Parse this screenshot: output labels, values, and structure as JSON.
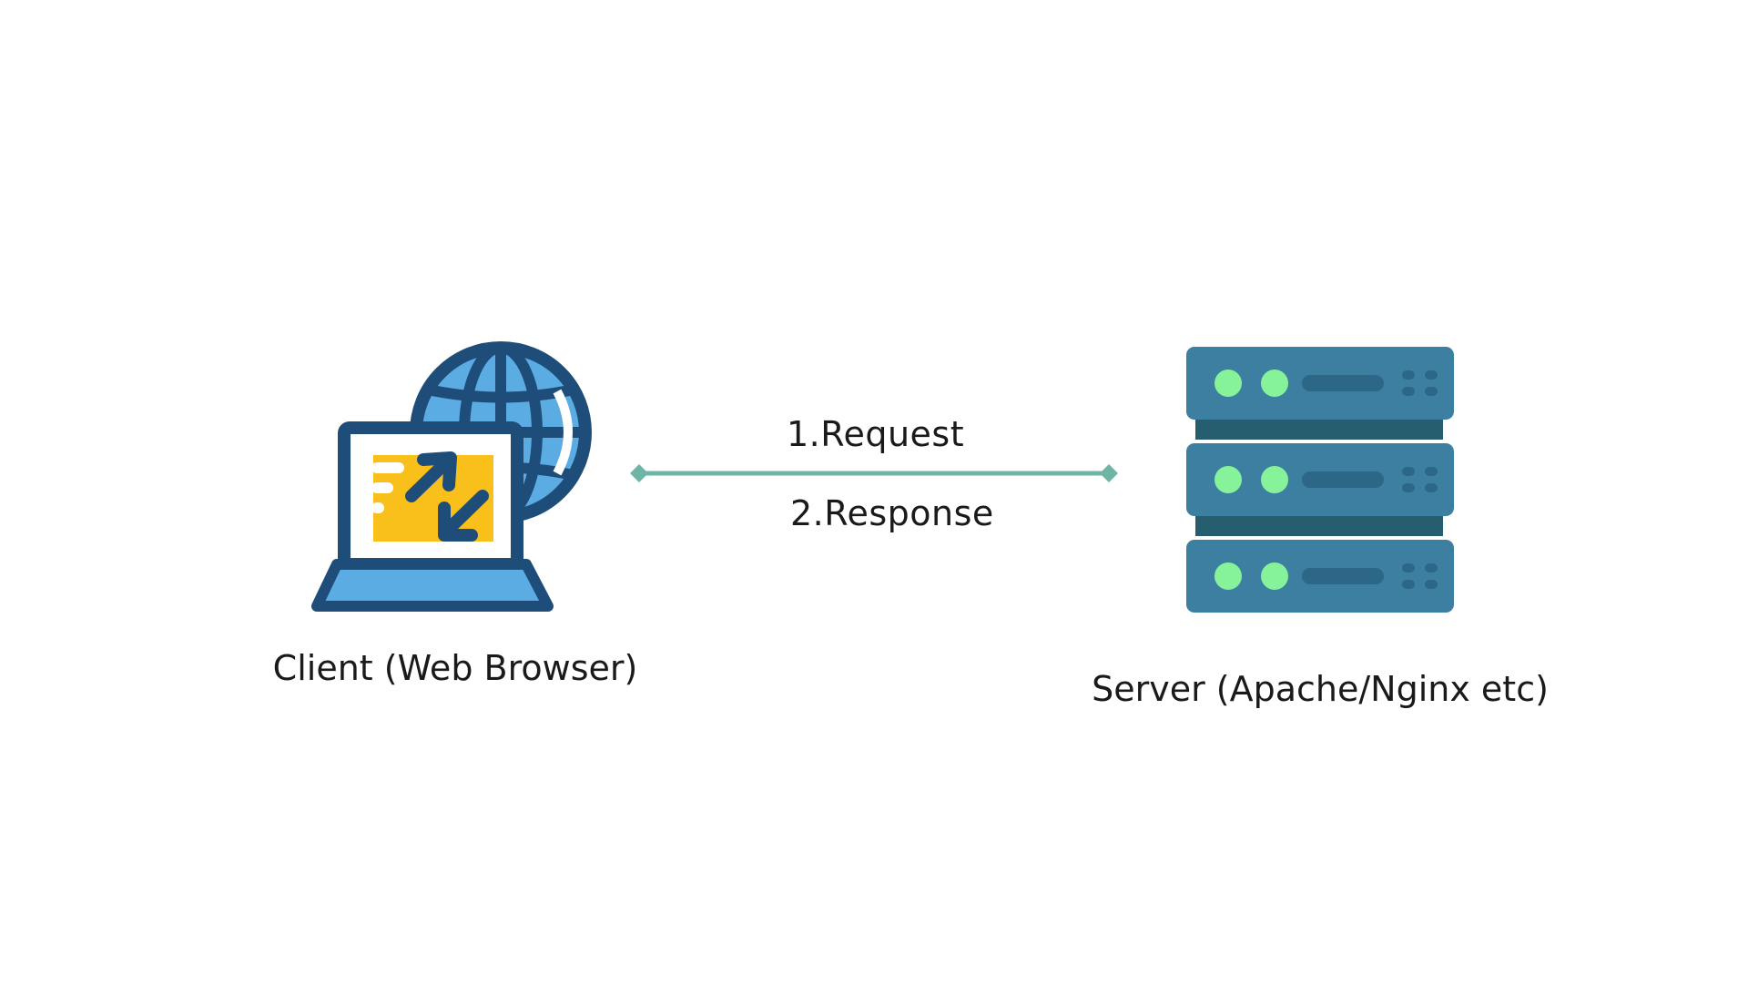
{
  "diagram": {
    "client": {
      "label": "Client (Web Browser)",
      "icon": "laptop-globe-icon"
    },
    "server": {
      "label": "Server (Apache/Nginx etc)",
      "icon": "server-rack-icon"
    },
    "edge": {
      "request_label": "1.Request",
      "response_label": "2.Response",
      "color": "#6fb5a6"
    },
    "colors": {
      "navy": "#1f4d7a",
      "sky_blue": "#5aace3",
      "yellow": "#f9c01b",
      "server_blue": "#3c7fa1",
      "server_dark": "#265e6f",
      "led_green": "#86f29a"
    }
  }
}
